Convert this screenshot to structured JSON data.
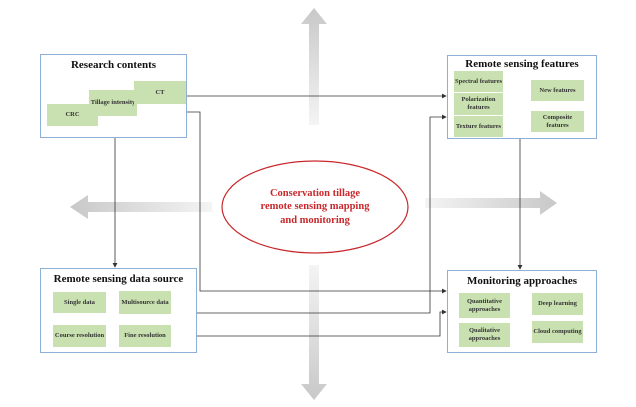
{
  "center": {
    "line1": "Conservation tillage",
    "line2": "remote sensing mapping",
    "line3": "and monitoring"
  },
  "research_contents": {
    "title": "Research contents",
    "items": [
      "CRC",
      "Tillage intensity",
      "CT"
    ]
  },
  "remote_sensing_features": {
    "title": "Remote sensing features",
    "left": [
      "Spectral features",
      "Polarization features",
      "Texture features"
    ],
    "right": [
      "New features",
      "Composite features"
    ]
  },
  "data_source": {
    "title": "Remote sensing data source",
    "items": [
      "Single data",
      "Multisource data",
      "Course resolution",
      "Fine resolution"
    ]
  },
  "monitoring": {
    "title": "Monitoring approaches",
    "left": [
      "Quantitative approaches",
      "Qualitative approaches"
    ],
    "right": [
      "Deep learning",
      "Cloud computing"
    ]
  },
  "colors": {
    "accent": "#c8282c",
    "box": "#c9e0b0",
    "border": "#8fb0d6"
  }
}
